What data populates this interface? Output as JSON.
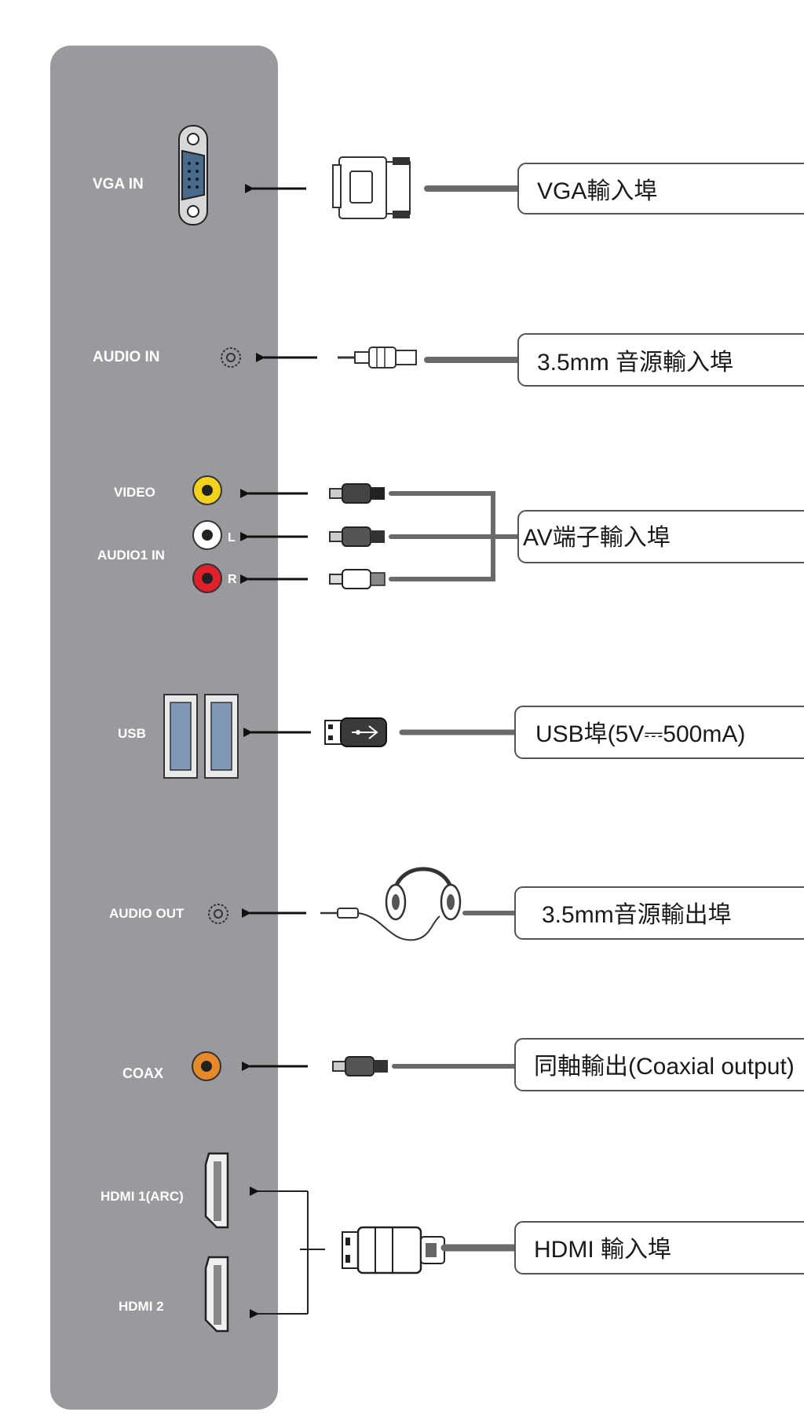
{
  "ports": {
    "vga": "VGA IN",
    "audio_in": "AUDIO IN",
    "video": "VIDEO",
    "audio1_in": "AUDIO1 IN",
    "l": "L",
    "r": "R",
    "usb": "USB",
    "audio_out": "AUDIO OUT",
    "coax": "COAX",
    "hdmi1": "HDMI 1(ARC)",
    "hdmi2": "HDMI 2"
  },
  "callouts": {
    "vga": "VGA輸入埠",
    "audio_in": "3.5mm 音源輸入埠",
    "av": "AV端子輸入埠",
    "usb": "USB埠(5V⎓500mA)",
    "audio_out": "3.5mm音源輸出埠",
    "coax": "同軸輸出(Coaxial output)",
    "hdmi": "HDMI 輸入埠"
  },
  "colors": {
    "panel": "#9a9a9e",
    "video_jack": "#f2d21a",
    "audio_l_jack": "#ffffff",
    "audio_r_jack": "#e0202a",
    "coax_jack": "#e5892a"
  }
}
